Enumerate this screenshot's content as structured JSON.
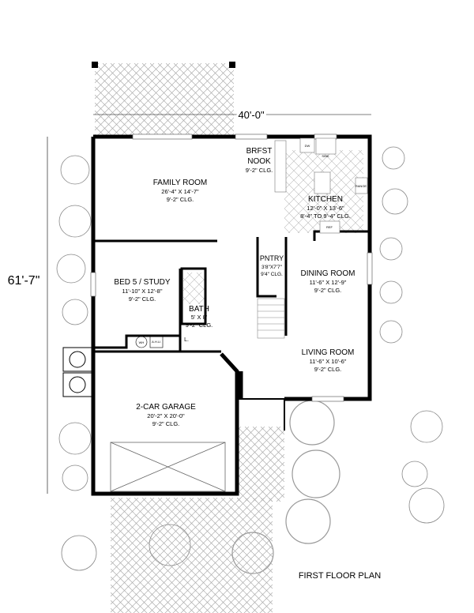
{
  "plan": {
    "title": "FIRST FLOOR PLAN",
    "width_dim": "40'-0\"",
    "depth_dim": "61'-7\""
  },
  "rooms": {
    "family": {
      "name": "FAMILY ROOM",
      "size": "26'-4\" X 14'-7\"",
      "clg": "9'-2\" CLG."
    },
    "nook": {
      "name1": "BRFST",
      "name2": "NOOK",
      "clg": "9'-2\" CLG."
    },
    "kitchen": {
      "name": "KITCHEN",
      "size": "12'-0\" X 13'-6\"",
      "clg": "8'-4\" TO 9'-4\" CLG."
    },
    "pantry": {
      "name": "PNTRY",
      "size": "3'8\"X7'7\"",
      "clg": "9'4\" CLG."
    },
    "dining": {
      "name": "DINING ROOM",
      "size": "11'-6\" X 12'-9\"",
      "clg": "9'-2\" CLG."
    },
    "bed5": {
      "name": "BED 5 / STUDY",
      "size": "11'-10\" X 12'-8\"",
      "clg": "9'-2\" CLG."
    },
    "bath": {
      "name": "BATH",
      "size": "5' X 8'",
      "clg": "9'-2\" CLG."
    },
    "living": {
      "name": "LIVING ROOM",
      "size": "11'-6\" X 10'-6\"",
      "clg": "9'-2\" CLG."
    },
    "garage": {
      "name": "2-CAR GARAGE",
      "size": "20'-2\" X 20'-0\"",
      "clg": "9'-2\" CLG."
    }
  },
  "fixtures": {
    "dw": "DW",
    "sink": "SINK",
    "range": "RANGE",
    "ref": "REF",
    "wh": "WH",
    "ahu": "A.H.U.",
    "linen": "L."
  }
}
